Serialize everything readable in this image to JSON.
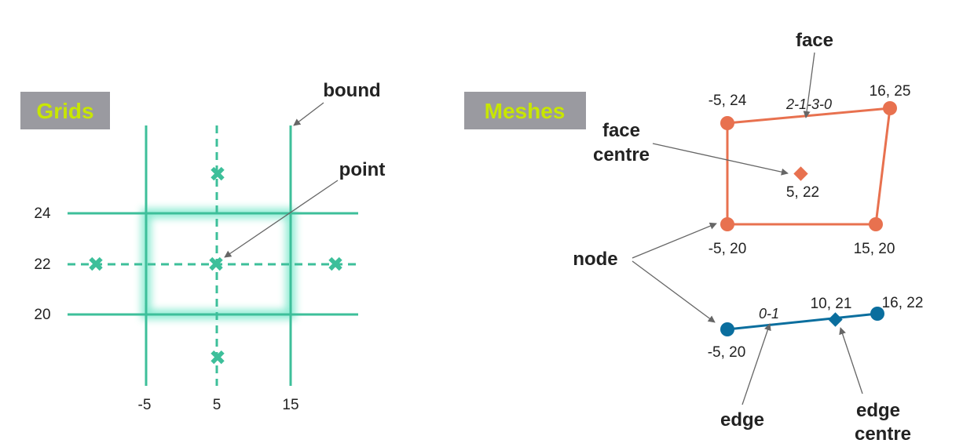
{
  "grids": {
    "label": "Grids",
    "x_ticks": [
      "-5",
      "5",
      "15"
    ],
    "y_ticks": [
      "24",
      "22",
      "20"
    ],
    "bound_label": "bound",
    "point_label": "point"
  },
  "meshes": {
    "label": "Meshes",
    "face_label": "face",
    "face_centre_label_line1": "face",
    "face_centre_label_line2": "centre",
    "node_label": "node",
    "edge_label": "edge",
    "edge_centre_label_line1": "edge",
    "edge_centre_label_line2": "centre",
    "face_nodes": [
      "-5, 24",
      "16, 25",
      "-5, 20",
      "15, 20"
    ],
    "face_centre": "5, 22",
    "face_connectivity": "2-1-3-0",
    "edge_nodes": [
      "-5, 20",
      "16, 22"
    ],
    "edge_centre": "10, 21",
    "edge_connectivity": "0-1"
  },
  "colors": {
    "grid_teal": "#3dbf9a",
    "face_orange": "#e8714f",
    "edge_blue": "#0a6e9e",
    "label_box": "#9a9aa0",
    "label_text": "#c8e600",
    "arrow_gray": "#666666"
  }
}
